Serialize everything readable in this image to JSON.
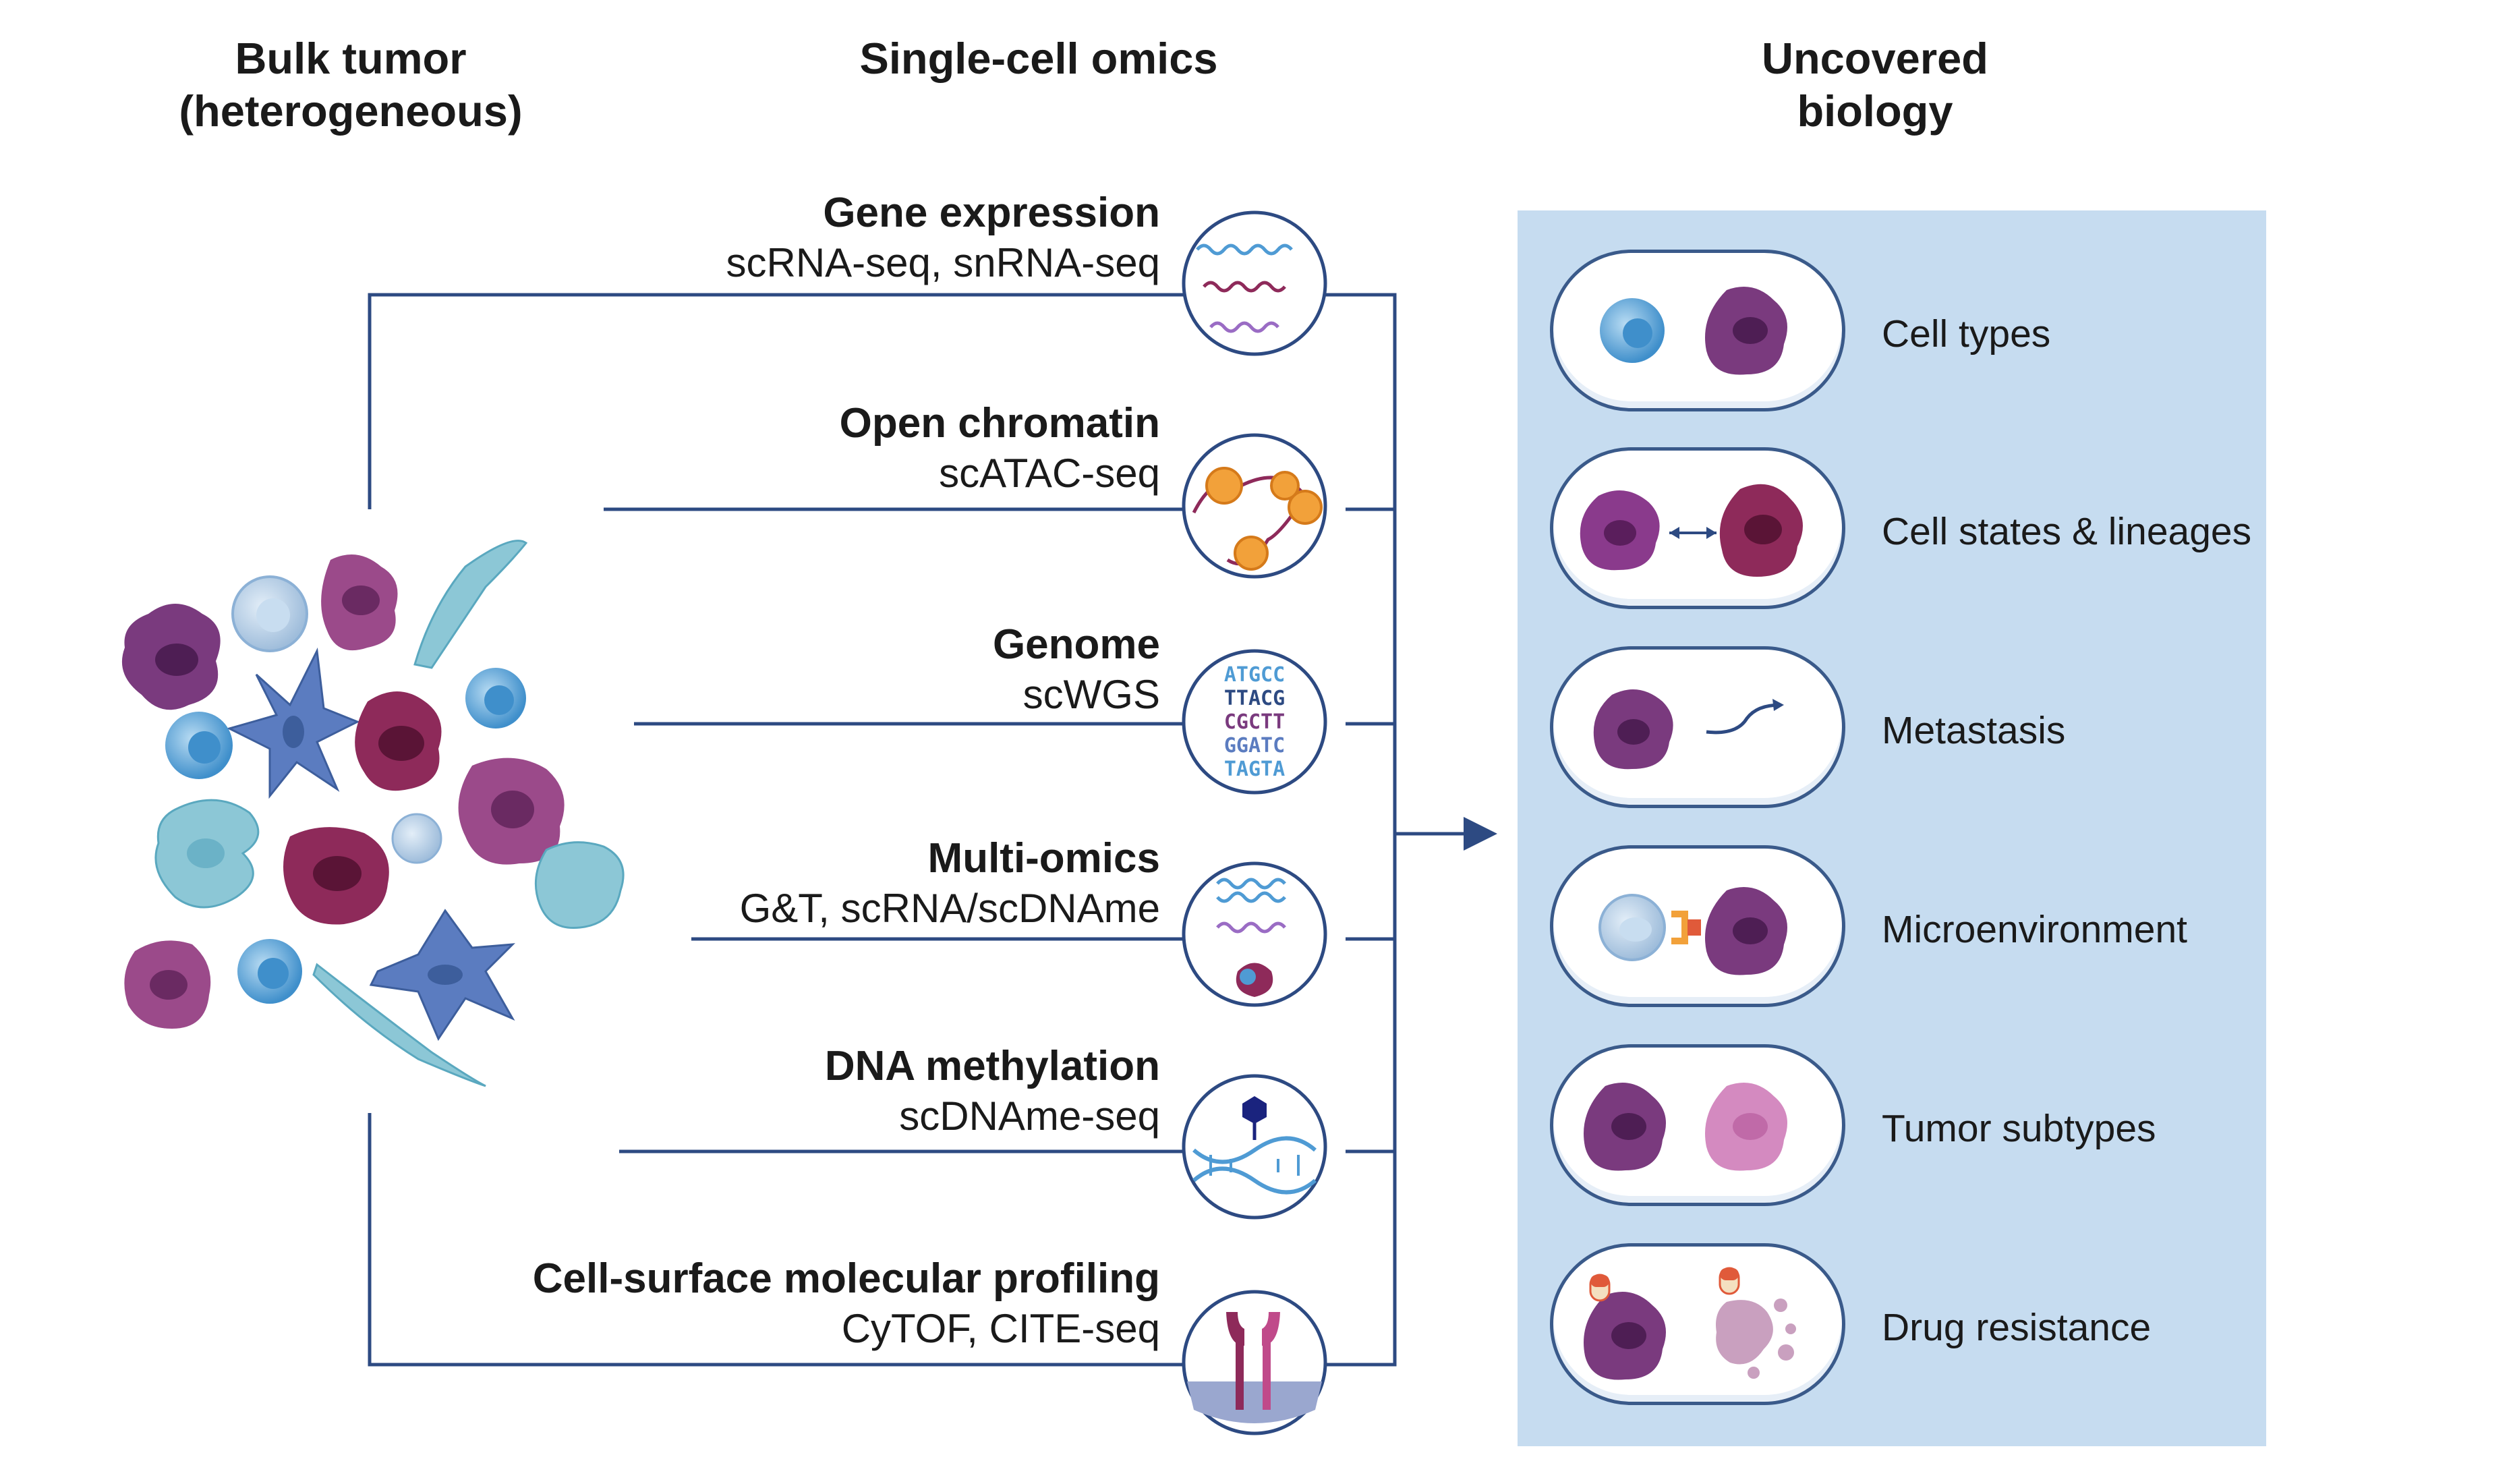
{
  "columns": {
    "bulk": [
      "Bulk tumor",
      "(heterogeneous)"
    ],
    "single_cell": "Single-cell omics",
    "uncovered": [
      "Uncovered",
      "biology"
    ]
  },
  "methods": [
    {
      "name": "Gene expression",
      "tech": "scRNA-seq, snRNA-seq",
      "icon": "rna-strands-icon"
    },
    {
      "name": "Open chromatin",
      "tech": "scATAC-seq",
      "icon": "nucleosome-icon"
    },
    {
      "name": "Genome",
      "tech": "scWGS",
      "icon": "dna-letters-icon",
      "letters": [
        "ATGCC",
        "TTACG",
        "CGCTT",
        "GGATC",
        "TAGTA"
      ]
    },
    {
      "name": "Multi-omics",
      "tech": "G&T, scRNA/scDNAme",
      "icon": "multi-omics-icon"
    },
    {
      "name": "DNA methylation",
      "tech": "scDNAme-seq",
      "icon": "methylated-dna-icon"
    },
    {
      "name": "Cell-surface molecular profiling",
      "tech": "CyTOF, CITE-seq",
      "icon": "surface-receptor-icon"
    }
  ],
  "outcomes": [
    {
      "label": "Cell types",
      "icon": "cell-types-icon"
    },
    {
      "label": "Cell states & lineages",
      "icon": "cell-states-icon"
    },
    {
      "label": "Metastasis",
      "icon": "metastasis-icon"
    },
    {
      "label": "Microenvironment",
      "icon": "microenvironment-icon"
    },
    {
      "label": "Tumor subtypes",
      "icon": "tumor-subtypes-icon"
    },
    {
      "label": "Drug resistance",
      "icon": "drug-resistance-icon"
    }
  ],
  "colors": {
    "line": "#2d4a82",
    "panel": "#c6dcf0",
    "tumor_purple": "#7a3a7e",
    "tumor_magenta": "#8e2a5a",
    "immune_blue": "#4f9bd4",
    "fibroblast_blue": "#5b7cc0",
    "macrophage_teal": "#8cc7d6"
  }
}
